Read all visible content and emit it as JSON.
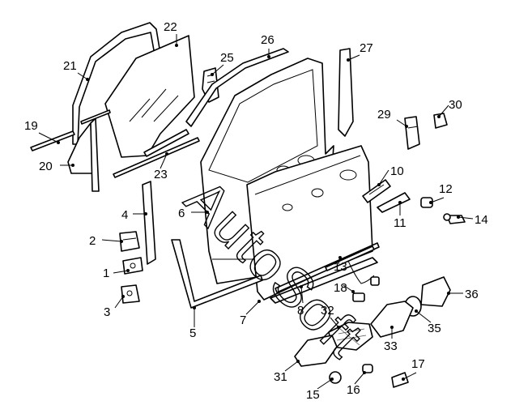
{
  "callouts": [
    "1",
    "2",
    "3",
    "4",
    "5",
    "6",
    "7",
    "8",
    "11",
    "12",
    "13",
    "14",
    "15",
    "16",
    "17",
    "18",
    "19",
    "20",
    "21",
    "22",
    "23",
    "25",
    "26",
    "27",
    "29",
    "30",
    "31",
    "32",
    "33",
    "35",
    "36",
    "10"
  ],
  "watermark": "AutoSoft"
}
